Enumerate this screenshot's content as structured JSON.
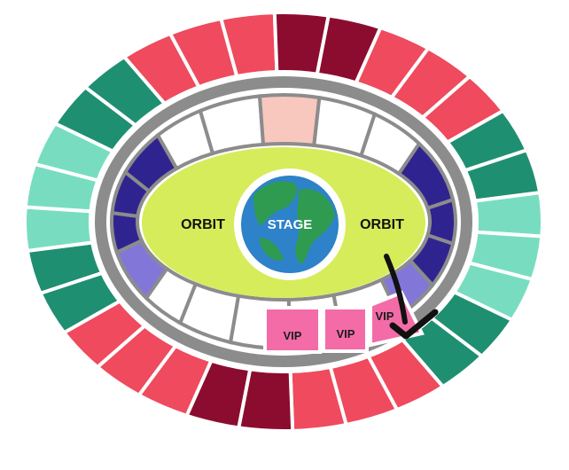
{
  "venue": {
    "center_label": "STAGE",
    "left_floor_label": "ORBIT",
    "right_floor_label": "ORBIT",
    "vip_labels": [
      "VIP",
      "VIP",
      "VIP"
    ]
  },
  "arrow": {
    "color": "#111111",
    "points_to": "VIP"
  },
  "colors": {
    "dark_red": "#8c0c2f",
    "red": "#ef4a5d",
    "dark_green": "#1f8f72",
    "mint": "#78ddc0",
    "floor": "#d6ec5a",
    "dark_purple": "#2f248f",
    "light_purple": "#8277d9",
    "pink": "#f36ca7",
    "peach": "#f8c7be",
    "white_section": "#ffffff",
    "gray_ring": "#8c8c8c"
  }
}
